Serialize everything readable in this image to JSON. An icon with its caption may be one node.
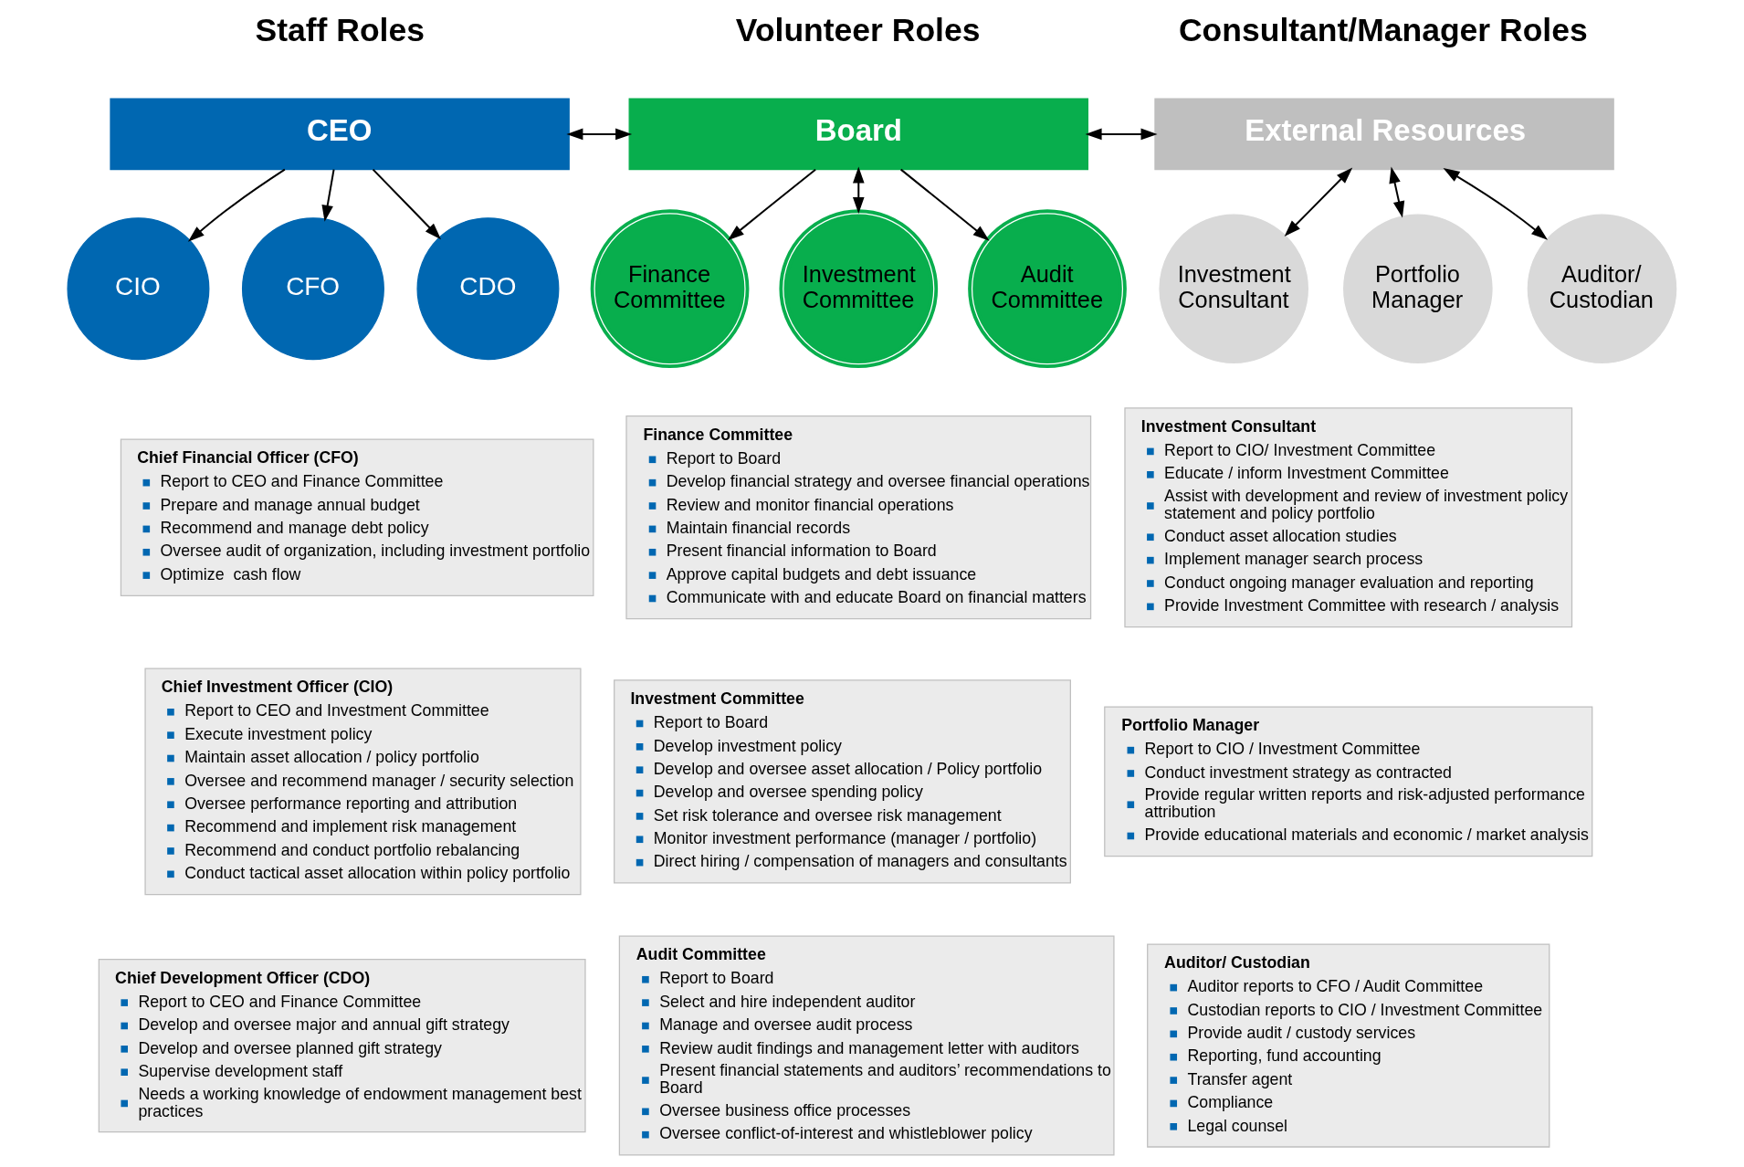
{
  "diagram": {
    "nodes": [
      {
        "text": [
          "CEO"
        ]
      },
      {
        "text": [
          "Board"
        ]
      },
      {
        "text": [
          "External Resources"
        ]
      },
      {
        "text": [
          "CIO"
        ]
      },
      {
        "text": [
          "CFO"
        ]
      },
      {
        "text": [
          "CDO"
        ]
      },
      {
        "text": [
          "Finance Committee"
        ]
      },
      {
        "text": [
          "Investment Committee"
        ]
      },
      {
        "text": [
          "Audit Committee"
        ]
      },
      {
        "text": [
          "Investment Consultant"
        ]
      },
      {
        "text": [
          "Portfolio Manager"
        ]
      },
      {
        "text": [
          "Auditor/ Custodian"
        ]
      },
      {
        "text": [
          "Chief Financial Officer (CFO)",
          "Report to CEO and Finance Committee",
          "Prepare and manage annual budget",
          "Recommend and manage debt policy",
          "Oversee audit of organization, including investment portfolio",
          "Optimize  cash flow"
        ]
      },
      {
        "text": [
          "Chief Investment Officer (CIO)",
          "Report to CEO and Investment Committee",
          "Execute investment policy",
          "Maintain asset allocation / policy portfolio",
          "Oversee and recommend manager / security selection",
          "Oversee performance reporting and attribution",
          "Recommend and implement risk management",
          "Recommend and conduct portfolio rebalancing",
          "Conduct tactical asset allocation within policy portfolio"
        ]
      },
      {
        "text": [
          "Chief Development Officer (CDO)",
          "Report to CEO and Finance Committee",
          "Develop and oversee major and annual gift strategy",
          "Develop and oversee planned gift strategy",
          "Supervise development staff",
          "Needs a working knowledge of endowment management best practices"
        ]
      },
      {
        "text": [
          "Finance Committee",
          "Report to Board",
          "Develop financial strategy and oversee financial operations",
          "Review and monitor financial operations",
          "Maintain financial records",
          "Present financial information to Board",
          "Approve capital budgets and debt issuance",
          "Communicate with and educate Board on financial matters"
        ]
      },
      {
        "text": [
          "Investment Committee",
          "Report to Board",
          "Develop investment policy",
          "Develop and oversee asset allocation / Policy portfolio",
          "Develop and oversee spending policy",
          "Set risk tolerance and oversee risk management",
          "Monitor investment performance (manager / portfolio)",
          "Direct hiring / compensation of managers and consultants"
        ]
      },
      {
        "text": [
          "Audit Committee",
          "Report to Board",
          "Select and hire independent auditor",
          "Manage and oversee audit process",
          "Review audit findings and management letter with auditors",
          "Present financial statements and auditors’ recommendations to Board",
          "Oversee business office processes",
          "Oversee conflict-of-interest and whistleblower policy"
        ]
      },
      {
        "text": [
          "Investment Consultant",
          "Report to CIO/ Investment Committee",
          "Educate / inform Investment Committee",
          "Assist with development and review of investment policy statement and policy portfolio",
          "Conduct asset allocation studies",
          "Implement manager search process",
          "Conduct ongoing manager evaluation and reporting",
          "Provide Investment Committee with research / analysis"
        ]
      },
      {
        "text": [
          "Portfolio Manager",
          "Report to CIO / Investment Committee",
          "Conduct investment strategy as contracted",
          "Provide regular written reports and risk-adjusted performance attribution",
          "Provide educational materials and economic / market analysis"
        ]
      },
      {
        "text": [
          "Auditor/ Custodian",
          "Auditor reports to CFO / Audit Committee",
          "Custodian reports to CIO / Investment Committee",
          "Provide audit / custody services",
          "Reporting, fund accounting",
          "Transfer agent",
          "Compliance",
          "Legal counsel"
        ]
      }
    ],
    "edges": [
      {
        "from": 0,
        "to": 1,
        "arrow": "both"
      },
      {
        "from": 1,
        "to": 2,
        "arrow": "both"
      },
      {
        "from": 0,
        "to": 3,
        "arrow": "to"
      },
      {
        "from": 0,
        "to": 4,
        "arrow": "to"
      },
      {
        "from": 0,
        "to": 5,
        "arrow": "to"
      },
      {
        "from": 1,
        "to": 6,
        "arrow": "to"
      },
      {
        "from": 1,
        "to": 7,
        "arrow": "both"
      },
      {
        "from": 1,
        "to": 8,
        "arrow": "to"
      },
      {
        "from": 2,
        "to": 9,
        "arrow": "both"
      },
      {
        "from": 2,
        "to": 10,
        "arrow": "both"
      },
      {
        "from": 2,
        "to": 11,
        "arrow": "both"
      }
    ],
    "labels": [
      "Staff Roles",
      "Volunteer Roles",
      "Consultant/Manager Roles"
    ]
  }
}
